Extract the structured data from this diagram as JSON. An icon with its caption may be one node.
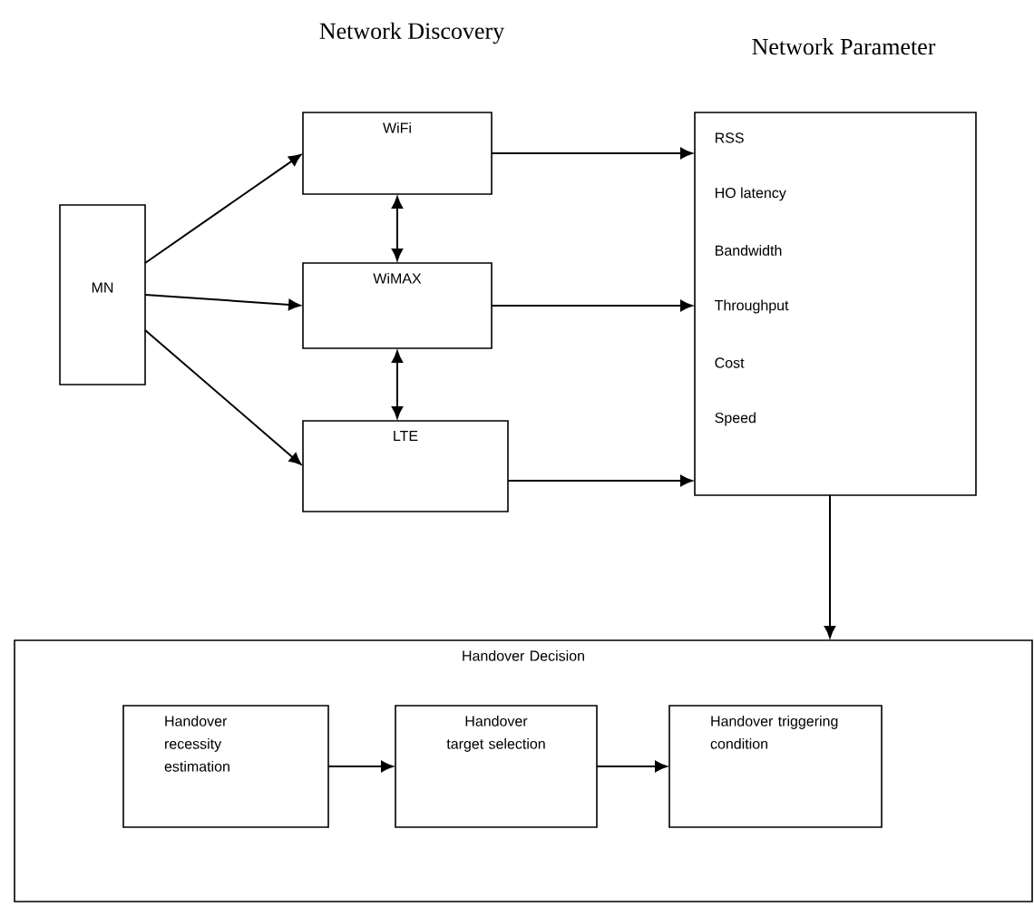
{
  "diagram": {
    "nodes": [
      {
        "text": [
          "MN"
        ]
      },
      {
        "text": [
          "WiFi"
        ]
      },
      {
        "text": [
          "WiMAX"
        ]
      },
      {
        "text": [
          "LTE"
        ]
      },
      {
        "text": [
          "Network Parameter",
          "RSS",
          "HO latency",
          "Bandwidth",
          "Throughput",
          "Cost",
          "Speed"
        ]
      },
      {
        "text": [
          "Handover Decision"
        ]
      },
      {
        "text": [
          "Handover recessity estimation"
        ],
        "in": 5
      },
      {
        "text": [
          "Handover target selection"
        ],
        "in": 5
      },
      {
        "text": [
          "Handover triggering condition"
        ],
        "in": 5
      }
    ],
    "edges": [
      {
        "from": 0,
        "to": 1,
        "arrow": "to"
      },
      {
        "from": 0,
        "to": 2,
        "arrow": "to"
      },
      {
        "from": 0,
        "to": 3,
        "arrow": "to"
      },
      {
        "from": 1,
        "to": 2,
        "arrow": "both"
      },
      {
        "from": 2,
        "to": 3,
        "arrow": "both"
      },
      {
        "from": 1,
        "to": 4,
        "arrow": "to"
      },
      {
        "from": 2,
        "to": 4,
        "arrow": "to"
      },
      {
        "from": 3,
        "to": 4,
        "arrow": "to"
      },
      {
        "from": 4,
        "to": 5,
        "arrow": "to"
      },
      {
        "from": 6,
        "to": 7,
        "arrow": "to"
      },
      {
        "from": 7,
        "to": 8,
        "arrow": "to"
      }
    ],
    "labels": [
      "Network Discovery"
    ]
  }
}
